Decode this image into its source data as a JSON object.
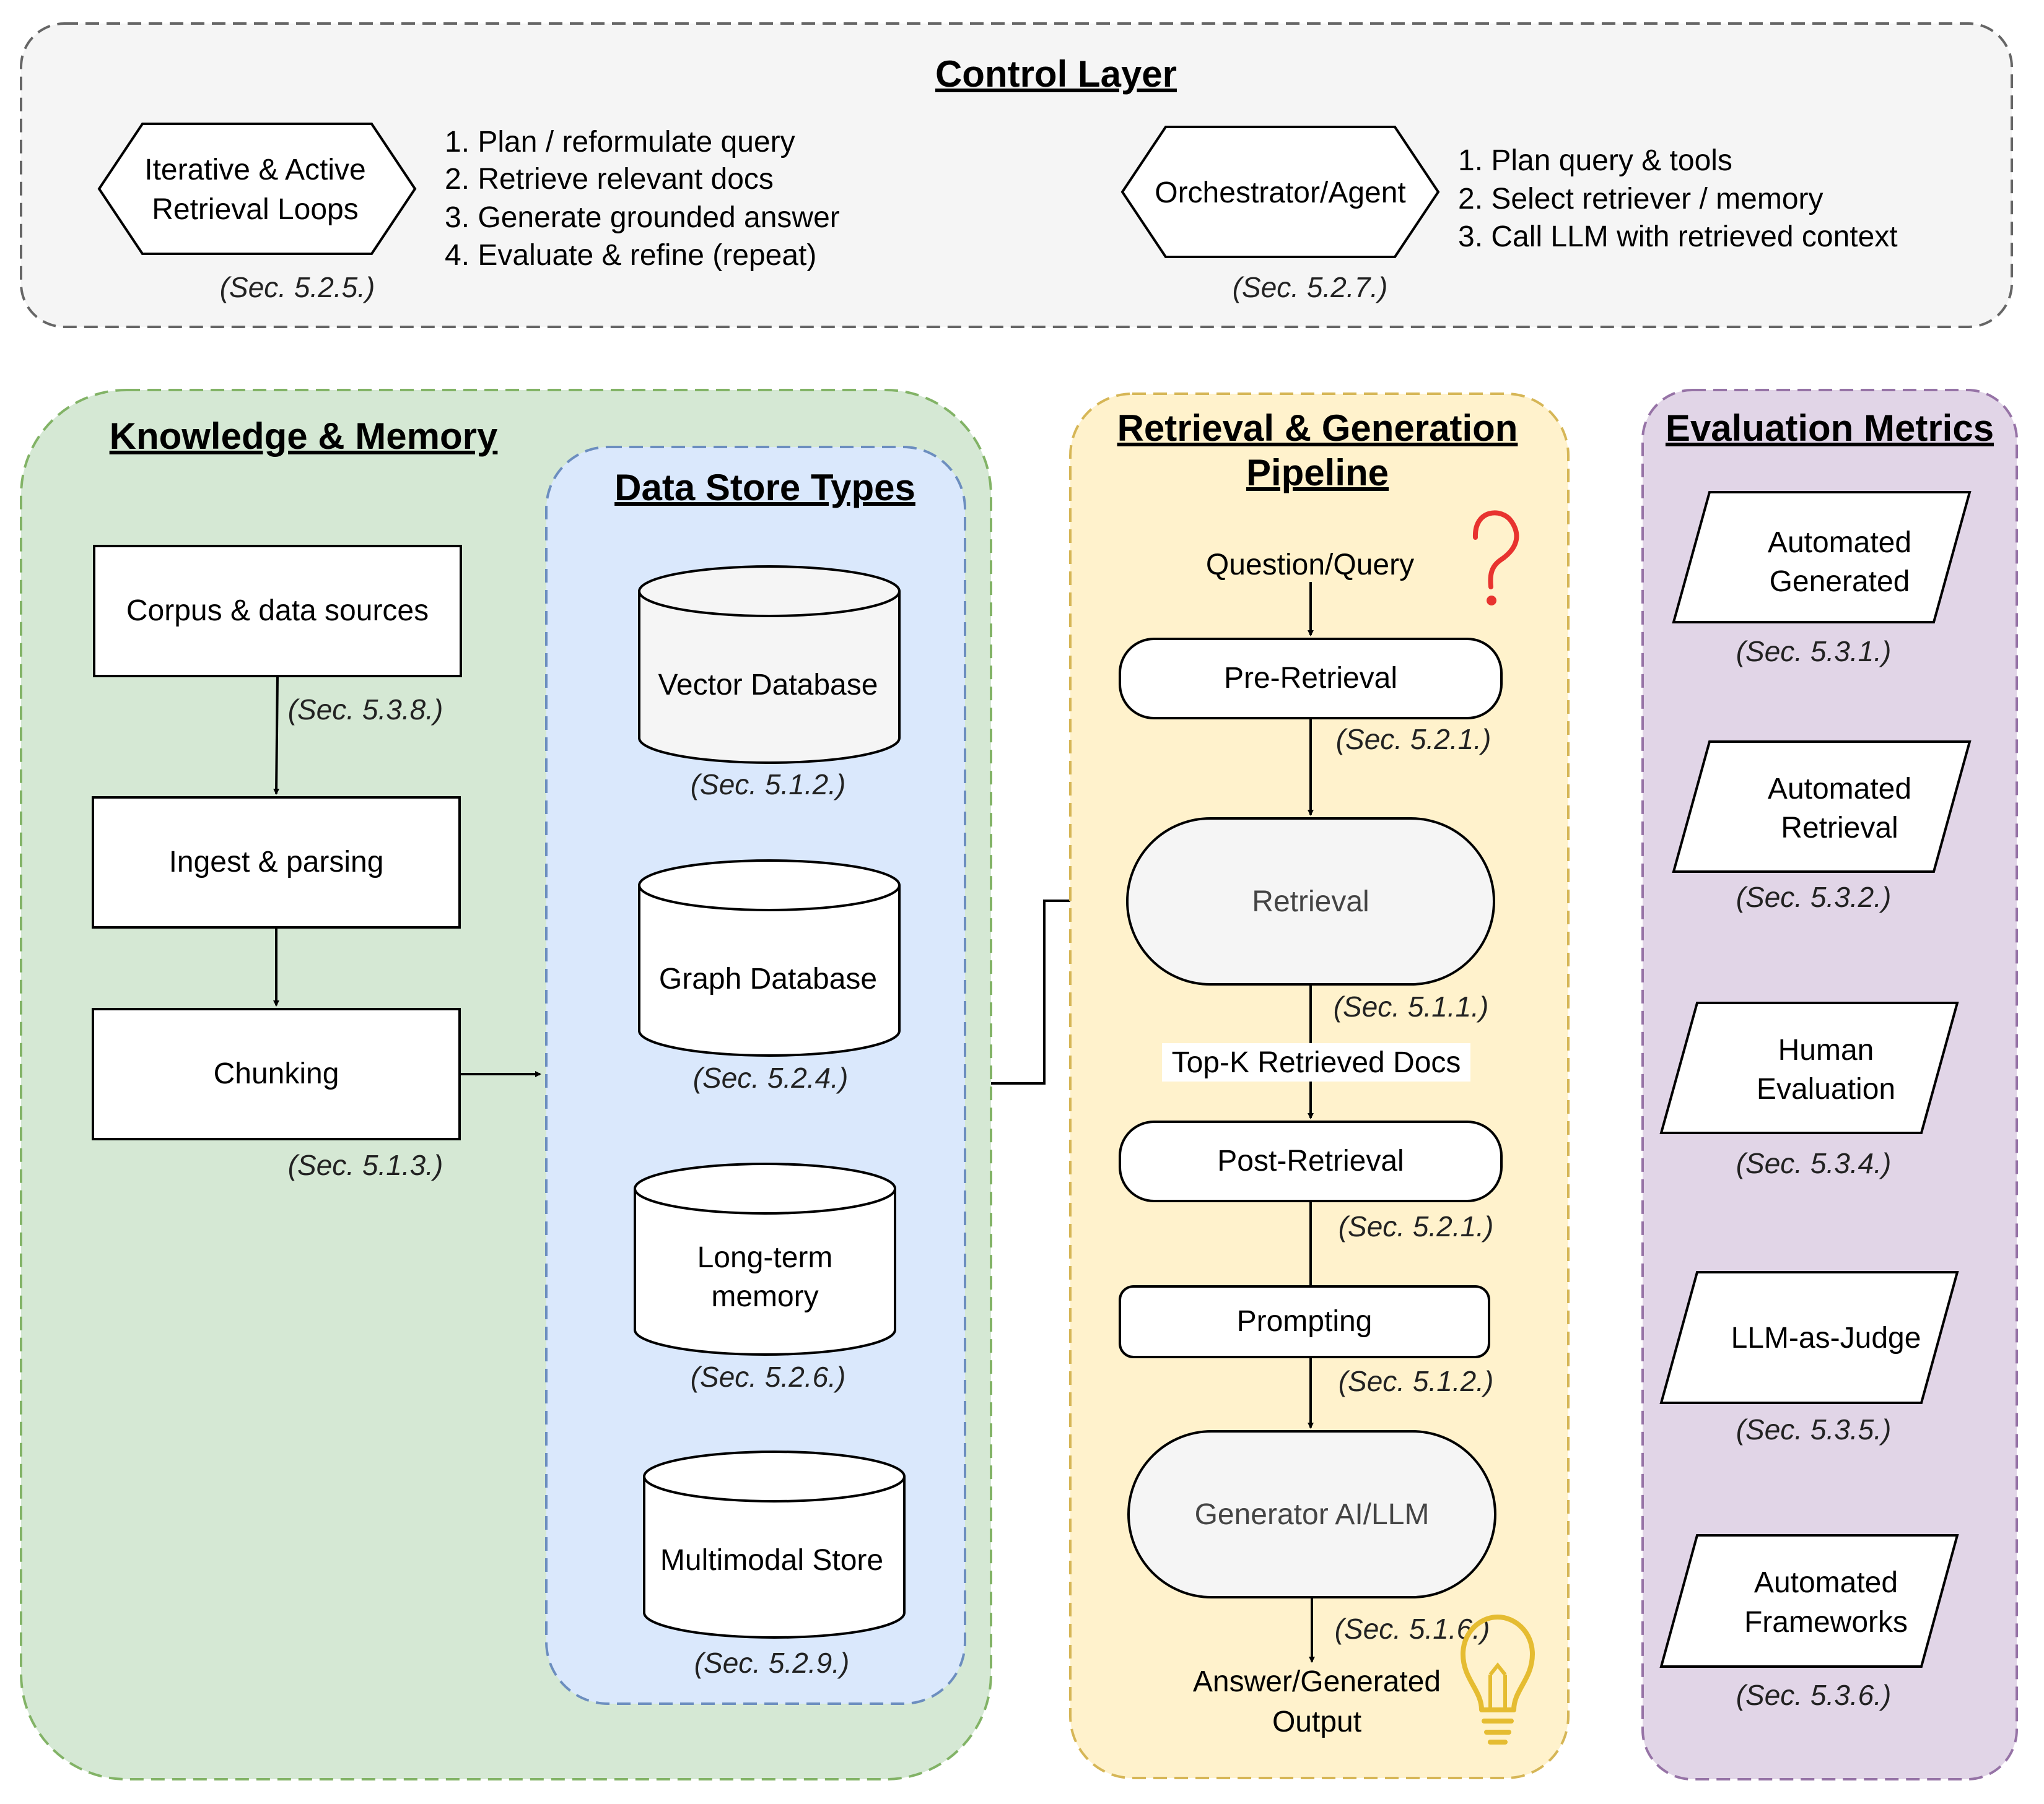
{
  "colors": {
    "control_bg": "#f5f5f5",
    "control_border": "#666666",
    "knowledge_bg": "#d5e8d4",
    "knowledge_border": "#82b366",
    "datastore_bg": "#dae8fc",
    "datastore_border": "#6c8ebf",
    "pipeline_bg": "#fff2cc",
    "pipeline_border": "#d6b656",
    "eval_bg": "#e1d5e7",
    "eval_border": "#9673a6",
    "question_icon": "#e8332f",
    "bulb_icon": "#e5bc31"
  },
  "control_layer": {
    "title": "Control Layer",
    "loops": {
      "label_lines": [
        "Iterative & Active",
        "Retrieval Loops"
      ],
      "ref": "(Sec. 5.2.5.)",
      "steps": [
        "1. Plan / reformulate query",
        "2. Retrieve relevant docs",
        "3. Generate grounded answer",
        "4. Evaluate & refine (repeat)"
      ]
    },
    "orchestrator": {
      "label": "Orchestrator/Agent",
      "ref": "(Sec. 5.2.7.)",
      "steps": [
        "1. Plan query & tools",
        "2. Select retriever / memory",
        "3. Call LLM with retrieved context"
      ]
    }
  },
  "knowledge": {
    "title": "Knowledge & Memory",
    "corpus": "Corpus & data sources",
    "corpus_ref": "(Sec. 5.3.8.)",
    "ingest": "Ingest & parsing",
    "chunking": "Chunking",
    "chunking_ref": "(Sec. 5.1.3.)"
  },
  "datastore": {
    "title": "Data Store Types",
    "vector": "Vector Database",
    "vector_ref": "(Sec. 5.1.2.)",
    "graph": "Graph Database",
    "graph_ref": "(Sec. 5.2.4.)",
    "longterm_lines": [
      "Long-term",
      "memory"
    ],
    "longterm_ref": "(Sec. 5.2.6.)",
    "multimodal": "Multimodal Store",
    "multimodal_ref": "(Sec. 5.2.9.)"
  },
  "pipeline": {
    "title_lines": [
      "Retrieval & Generation",
      "Pipeline"
    ],
    "question": "Question/Query",
    "pre_retrieval": "Pre-Retrieval",
    "pre_ref": "(Sec. 5.2.1.)",
    "retrieval": "Retrieval",
    "retrieval_ref": "(Sec. 5.1.1.)",
    "topk": "Top-K Retrieved Docs",
    "post_retrieval": "Post-Retrieval",
    "post_ref": "(Sec. 5.2.1.)",
    "prompting": "Prompting",
    "prompting_ref": "(Sec. 5.1.2.)",
    "generator": "Generator AI/LLM",
    "generator_ref": "(Sec. 5.1.6.)",
    "answer_lines": [
      "Answer/Generated",
      "Output"
    ]
  },
  "evaluation": {
    "title": "Evaluation Metrics",
    "items": [
      {
        "lines": [
          "Automated",
          "Generated"
        ],
        "ref": "(Sec. 5.3.1.)"
      },
      {
        "lines": [
          "Automated",
          "Retrieval"
        ],
        "ref": "(Sec. 5.3.2.)"
      },
      {
        "lines": [
          "Human",
          "Evaluation"
        ],
        "ref": "(Sec. 5.3.4.)"
      },
      {
        "lines": [
          "LLM-as-Judge"
        ],
        "ref": "(Sec. 5.3.5.)"
      },
      {
        "lines": [
          "Automated",
          "Frameworks"
        ],
        "ref": "(Sec. 5.3.6.)"
      }
    ]
  }
}
